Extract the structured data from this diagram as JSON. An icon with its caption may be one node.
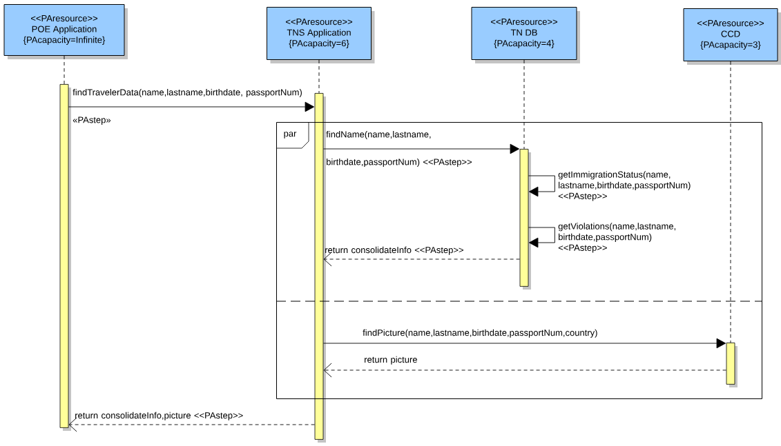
{
  "diagram": {
    "nodes": [
      {
        "text": [
          "<<PAresource>>",
          "POE Application",
          "{PAcapacity=Infinite}"
        ]
      },
      {
        "text": [
          "<<PAresource>>",
          "TNS Application",
          "{PAcapacity=6}"
        ]
      },
      {
        "text": [
          "<<PAresource>>",
          "TN DB",
          "{PAcapacity=4}"
        ]
      },
      {
        "text": [
          "<<PAresource>>",
          "CCD",
          "{PAcapacity=3}"
        ]
      },
      {
        "text": [],
        "shape": "bar"
      },
      {
        "text": [],
        "shape": "bar"
      },
      {
        "text": [
          "par"
        ]
      },
      {
        "text": [],
        "shape": "bar",
        "in": 6
      },
      {
        "text": [],
        "shape": "bar",
        "in": 6
      }
    ],
    "edges": [
      {
        "from": 0,
        "to": 4,
        "arrow": "none",
        "style": "dashed"
      },
      {
        "from": 1,
        "to": 5,
        "arrow": "none",
        "style": "dashed"
      },
      {
        "from": 2,
        "to": 7,
        "arrow": "none",
        "style": "dashed"
      },
      {
        "from": 3,
        "to": 8,
        "arrow": "none",
        "style": "dashed"
      },
      {
        "from": 4,
        "to": 5,
        "arrow": "to",
        "label": "findTravelerData(name,lastname,birthdate, passportNum) «PAstep»"
      },
      {
        "from": 5,
        "to": 7,
        "arrow": "to",
        "label": "findName(name,lastname, birthdate,passportNum) <<PAstep>>"
      },
      {
        "from": 7,
        "to": 7,
        "arrow": "to",
        "label": "getImmigrationStatus(name, lastname,birthdate,passportNum) <<PAstep>>"
      },
      {
        "from": 7,
        "to": 7,
        "arrow": "to",
        "label": "getViolations(name,lastname, birthdate,passportNum) <<PAstep>>"
      },
      {
        "from": 7,
        "to": 5,
        "arrow": "to",
        "style": "dashed",
        "label": "return consolidateInfo <<PAstep>>"
      },
      {
        "from": 5,
        "to": 8,
        "arrow": "to",
        "label": "findPicture(name,lastname,birthdate,passportNum,country)"
      },
      {
        "from": 8,
        "to": 5,
        "arrow": "to",
        "style": "dashed",
        "label": "return picture"
      },
      {
        "from": 5,
        "to": 4,
        "arrow": "to",
        "style": "dashed",
        "label": "return consolidateInfo,picture <<PAstep>>"
      }
    ]
  }
}
